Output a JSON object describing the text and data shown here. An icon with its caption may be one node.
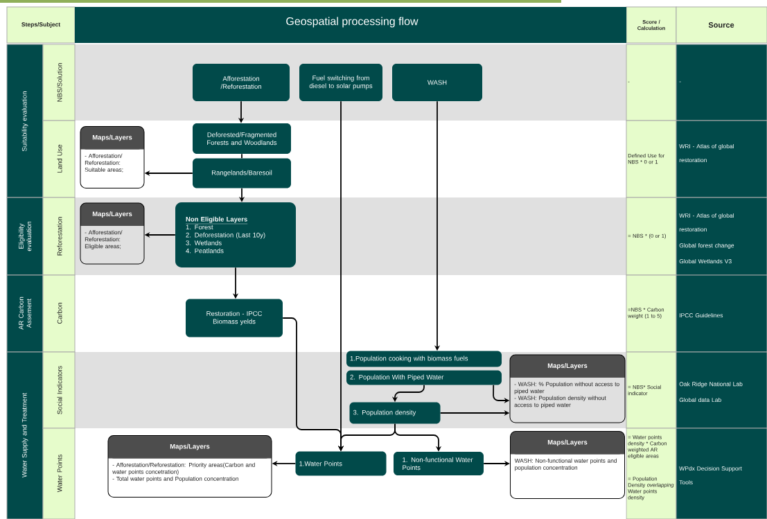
{
  "diagram": {
    "title": "Geospatial processing flow",
    "nodes": [
      {
        "text": [
          "Afforestation /Reforestation"
        ]
      },
      {
        "text": [
          "Fuel switching from diesel to solar pumps"
        ]
      },
      {
        "text": [
          "WASH"
        ]
      },
      {
        "text": [
          "Deforested/Fragmented Forests and Woodlands"
        ]
      },
      {
        "text": [
          "Rangelands/Baresoil"
        ]
      },
      {
        "text": [
          "Maps/Layers",
          "- Afforestation/ Reforestation: Suitable areas;"
        ]
      },
      {
        "text": [
          "Non Eligible Layers",
          "1. Forest",
          "2. Deforestation (Last 10y)",
          "3. Wetlands",
          "4. Peatlands"
        ]
      },
      {
        "text": [
          "Maps/Layers",
          "- Afforestation/ Reforestation: Eligible areas;"
        ]
      },
      {
        "text": [
          "Restoration - IPCC Biomass yelds"
        ]
      },
      {
        "text": [
          "1.Population cooking with biomass fuels"
        ]
      },
      {
        "text": [
          "2. Population With Piped Water"
        ]
      },
      {
        "text": [
          "3. Population density"
        ]
      },
      {
        "text": [
          "Maps/Layers",
          "- WASH: % Population without access to piped water",
          "- WASH: Population density without access to piped water"
        ]
      },
      {
        "text": [
          "1.Water Points"
        ]
      },
      {
        "text": [
          "1. Non-functional Water Points"
        ]
      },
      {
        "text": [
          "Maps/Layers",
          "WASH: Non-functional water points and population concentration"
        ]
      },
      {
        "text": [
          "Maps/Layers",
          "- Afforestation/Reforestation: Priority areas(Carbon and water points concetration)",
          "- Total water points and Population concentration"
        ]
      }
    ],
    "edges": [
      {
        "from": 0,
        "to": 3,
        "arrow": "to"
      },
      {
        "from": 3,
        "to": 4,
        "arrow": "none"
      },
      {
        "from": 4,
        "to": 5,
        "arrow": "to"
      },
      {
        "from": 4,
        "to": 6,
        "arrow": "to"
      },
      {
        "from": 6,
        "to": 7,
        "arrow": "to"
      },
      {
        "from": 6,
        "to": 8,
        "arrow": "to"
      },
      {
        "from": 8,
        "to": 13,
        "arrow": "to"
      },
      {
        "from": 1,
        "to": 13,
        "arrow": "to"
      },
      {
        "from": 2,
        "to": 9,
        "arrow": "to"
      },
      {
        "from": 10,
        "to": 11,
        "arrow": "to"
      },
      {
        "from": 10,
        "to": 12,
        "arrow": "to"
      },
      {
        "from": 11,
        "to": 12,
        "arrow": "to"
      },
      {
        "from": 11,
        "to": 13,
        "arrow": "to"
      },
      {
        "from": 11,
        "to": 14,
        "arrow": "to"
      },
      {
        "from": 13,
        "to": 16,
        "arrow": "to"
      },
      {
        "from": 14,
        "to": 15,
        "arrow": "to"
      }
    ],
    "labels": [
      "Steps/Subject",
      "Score / Calculation",
      "Source",
      "Suitability evaluation",
      "NBS/Solution",
      "-",
      "-",
      "Land Use",
      "Defined Use for NBS * 0 or 1",
      "WRI - Atlas of global restoration",
      "Eligibility evaluation",
      "Reforestation",
      "= NBS * (0 or 1)",
      "WRI - Atlas of global restoration",
      "Global forest change",
      "Global Wetlands V3",
      "AR Carbon Assement",
      "Carbon",
      "=NBS * Carbon weight (1 to 5)",
      "IPCC Guidelines",
      "Water Supply and Treatment",
      "Social Indicators",
      "= NBS* Social indicator",
      "Oak Ridge National Lab",
      "Global data Lab",
      "Water Points",
      "= Water points density * Carbon weighted AR eligible areas",
      "= Population Density *overlapping* Water points density",
      "WPdx Decision Support Tools"
    ]
  }
}
